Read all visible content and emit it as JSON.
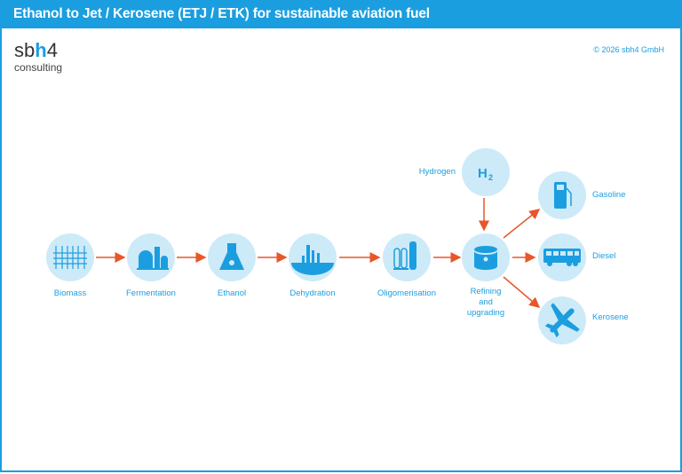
{
  "header": {
    "title": "Ethanol to Jet / Kerosene (ETJ / ETK) for sustainable aviation fuel"
  },
  "logo": {
    "prefix": "sb",
    "highlight": "h",
    "suffix": "4",
    "subtitle": "consulting"
  },
  "copyright": "© 2026 sbh4 GmbH",
  "nodes": {
    "biomass": "Biomass",
    "fermentation": "Fermentation",
    "ethanol": "Ethanol",
    "dehydration": "Dehydration",
    "oligomerisation": "Oligomerisation",
    "refining": [
      "Refining",
      "and",
      "upgrading"
    ],
    "hydrogen": "Hydrogen",
    "hydrogen_symbol": "H",
    "hydrogen_subscript": "2",
    "gasoline": "Gasoline",
    "diesel": "Diesel",
    "kerosene": "Kerosene"
  },
  "colors": {
    "brand": "#1b9ee0",
    "circle": "#cdeaf8",
    "arrow": "#e8562a"
  }
}
